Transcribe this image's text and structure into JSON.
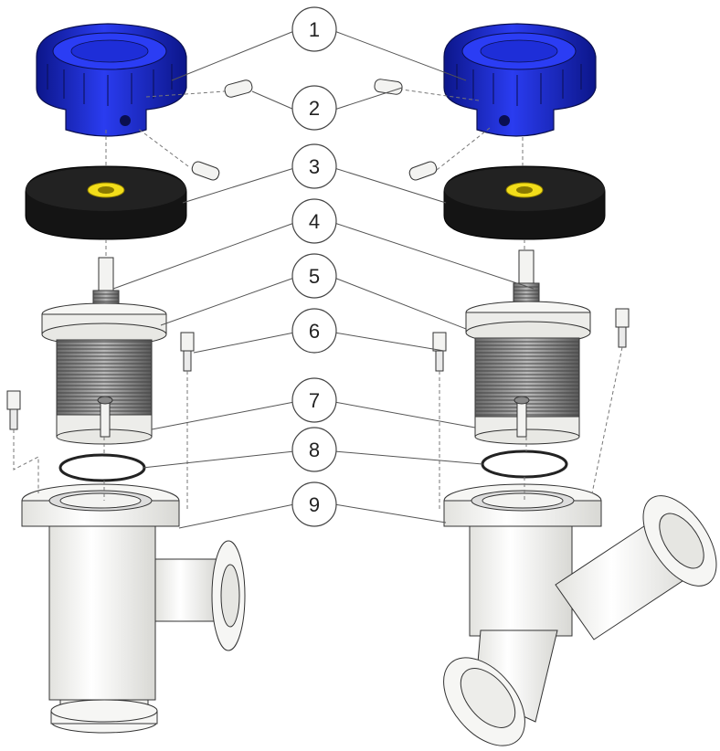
{
  "callouts": [
    {
      "id": "callout-1",
      "label": "1"
    },
    {
      "id": "callout-2",
      "label": "2"
    },
    {
      "id": "callout-3",
      "label": "3"
    },
    {
      "id": "callout-4",
      "label": "4"
    },
    {
      "id": "callout-5",
      "label": "5"
    },
    {
      "id": "callout-6",
      "label": "6"
    },
    {
      "id": "callout-7",
      "label": "7"
    },
    {
      "id": "callout-8",
      "label": "8"
    },
    {
      "id": "callout-9",
      "label": "9"
    }
  ],
  "colors": {
    "knob": "#1f2fd8",
    "knob_dark": "#0c168a",
    "disc": "#141414",
    "insert": "#f2dd1a",
    "body": "#f6f6f4",
    "stroke": "#333333"
  }
}
